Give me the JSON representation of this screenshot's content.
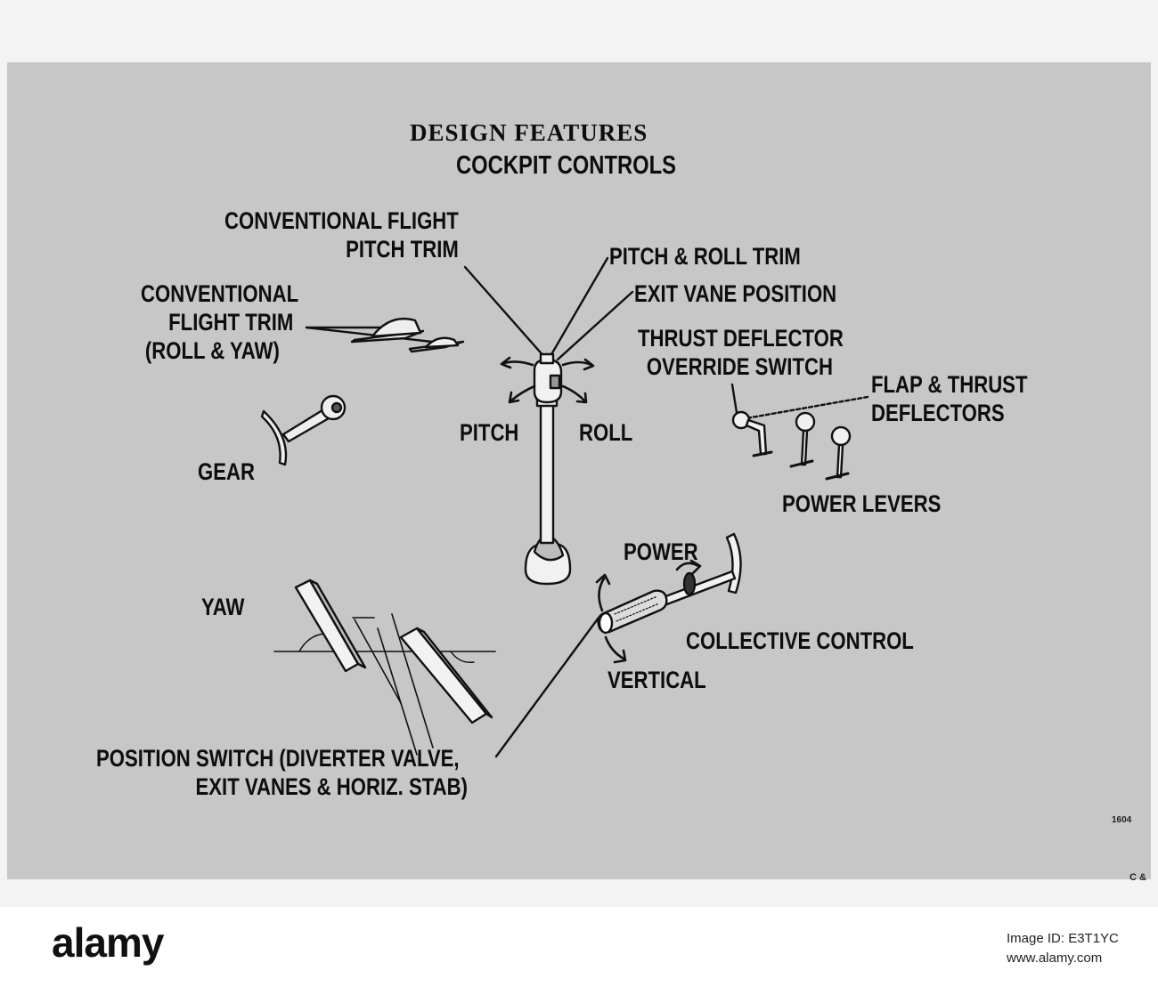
{
  "title": {
    "line1": "DESIGN FEATURES",
    "line2": "COCKPIT CONTROLS"
  },
  "labels": {
    "conventional_flight_pitch_trim": [
      "CONVENTIONAL FLIGHT",
      "PITCH TRIM"
    ],
    "pitch_roll_trim": "PITCH & ROLL TRIM",
    "exit_vane_position": "EXIT VANE POSITION",
    "conventional_flight_trim": [
      "CONVENTIONAL",
      "FLIGHT TRIM",
      "(ROLL & YAW)"
    ],
    "thrust_deflector_override": [
      "THRUST DEFLECTOR",
      "OVERRIDE SWITCH"
    ],
    "flap_thrust_deflectors": [
      "FLAP & THRUST",
      "DEFLECTORS"
    ],
    "pitch": "PITCH",
    "roll": "ROLL",
    "gear": "GEAR",
    "power_levers": "POWER LEVERS",
    "power": "POWER",
    "yaw": "YAW",
    "collective_control": "COLLECTIVE CONTROL",
    "vertical": "VERTICAL",
    "position_switch": [
      "POSITION SWITCH  (DIVERTER VALVE,",
      "EXIT VANES & HORIZ. STAB)"
    ]
  },
  "corner_marks": {
    "number": "1604",
    "code": "C &"
  },
  "footer": {
    "brand": "alamy",
    "image_id": "Image ID: E3T1YC",
    "site": "www.alamy.com"
  }
}
